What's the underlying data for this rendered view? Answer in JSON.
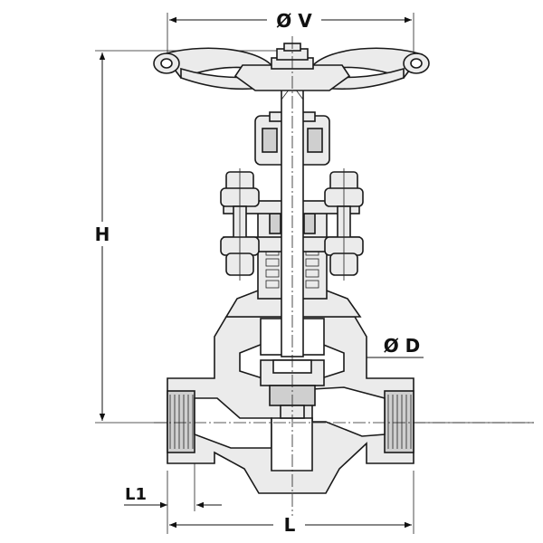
{
  "diagram": {
    "dimensions": {
      "handwheel_diameter": "Ø V",
      "height": "H",
      "port_diameter": "Ø D",
      "thread_length": "L1",
      "length": "L"
    }
  }
}
